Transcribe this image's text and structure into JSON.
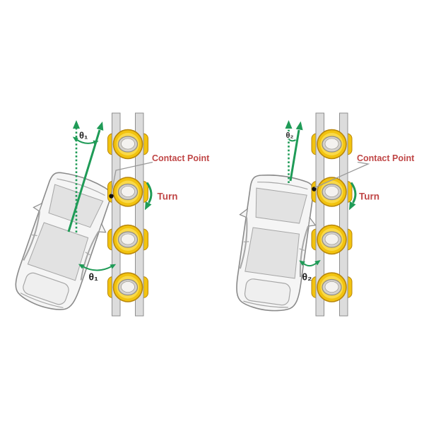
{
  "colors": {
    "background": "#ffffff",
    "green": "#1f9b57",
    "red": "#c04747",
    "ink": "#1f1f1f",
    "gold": "#f2c30f",
    "gold_dark": "#b8860b",
    "gold_bright": "#f9d94a",
    "hub_ring": "#d4d1cb",
    "hub_ring_stroke": "#8f8c86",
    "hub_center": "#f4f2ef",
    "rail_fill": "#dcdcdc",
    "rail_stroke": "#8f8f8f",
    "car_body": "#f5f5f5",
    "car_trunk": "#efefef",
    "car_stroke": "#8a8a8a",
    "car_glass": "#e2e2e2",
    "car_glass_stroke": "#a6a6a6",
    "leader": "#9a9a9a",
    "dot": "#111111"
  },
  "left_diagram": {
    "heading_angle_label": "θ₁",
    "approach_angle_label": "θ₁",
    "contact_point_label": "Contact Point",
    "turn_label": "Turn"
  },
  "right_diagram": {
    "heading_angle_label": "θ₂",
    "approach_angle_label": "θ₂",
    "contact_point_label": "Contact Point",
    "turn_label": "Turn"
  }
}
